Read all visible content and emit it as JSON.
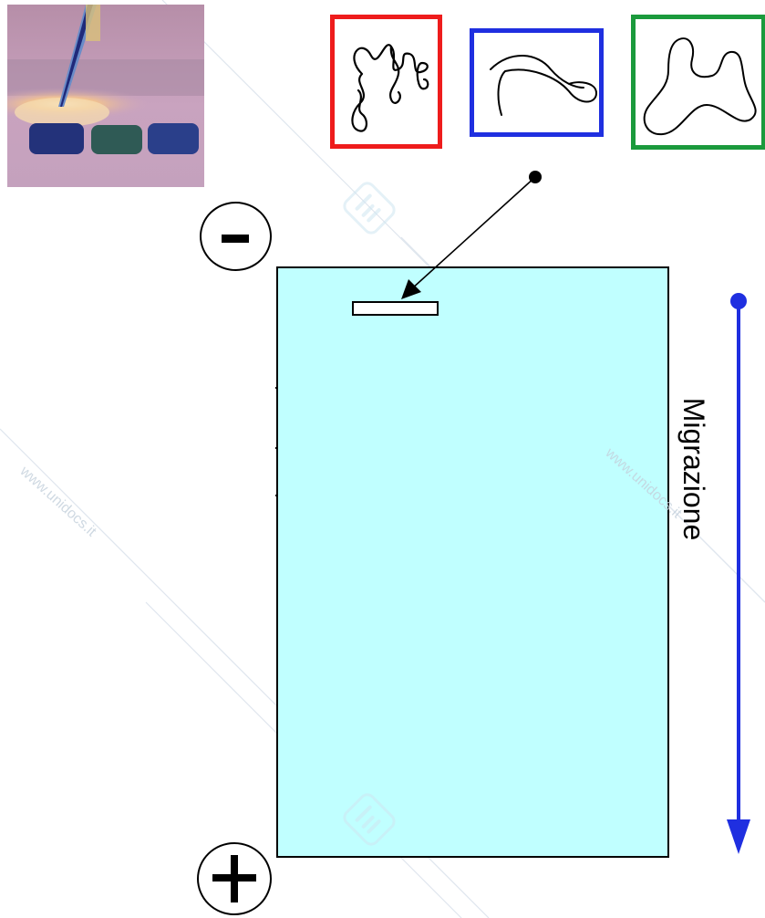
{
  "photo": {
    "icon": "gel-loading-pipette-photo"
  },
  "conformations": [
    {
      "id": "supercoiled",
      "color": "#ee1c1c",
      "icon": "supercoiled-dna-icon"
    },
    {
      "id": "linear",
      "color": "#1f2fe0",
      "icon": "linear-dna-icon"
    },
    {
      "id": "circular",
      "color": "#1b9a3c",
      "icon": "circular-dna-icon"
    }
  ],
  "electrodes": {
    "negative": {
      "icon": "minus-icon"
    },
    "positive": {
      "icon": "plus-icon"
    }
  },
  "gel": {
    "color": "#c0ffff",
    "well_icon": "well-icon"
  },
  "migration": {
    "label": "Migrazione",
    "arrow_color": "#1f2fe0"
  },
  "watermark": {
    "text": "www.unidocs.it",
    "logo_icon": "unidocs-logo-icon"
  }
}
